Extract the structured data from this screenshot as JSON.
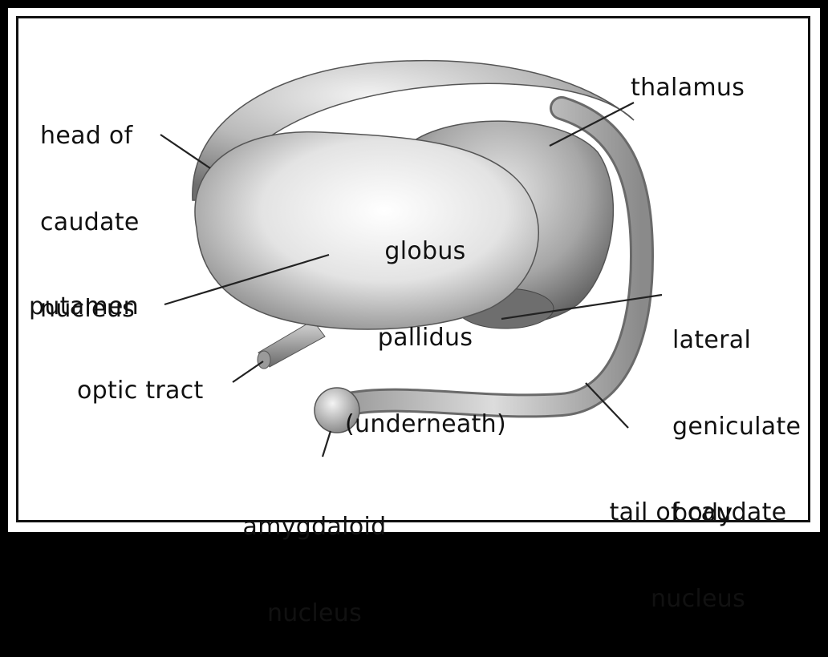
{
  "labels": {
    "head_of_caudate": [
      "head of",
      "caudate",
      "nucleus"
    ],
    "thalamus": "thalamus",
    "globus_pallidus": [
      "globus",
      "pallidus",
      "(underneath)"
    ],
    "putamen": "putamen",
    "lateral_geniculate": [
      "lateral",
      "geniculate",
      "body"
    ],
    "optic_tract": "optic tract",
    "amygdaloid": [
      "amygdaloid",
      "nucleus"
    ],
    "tail_of_caudate": [
      "tail of caudate",
      "nucleus"
    ]
  }
}
